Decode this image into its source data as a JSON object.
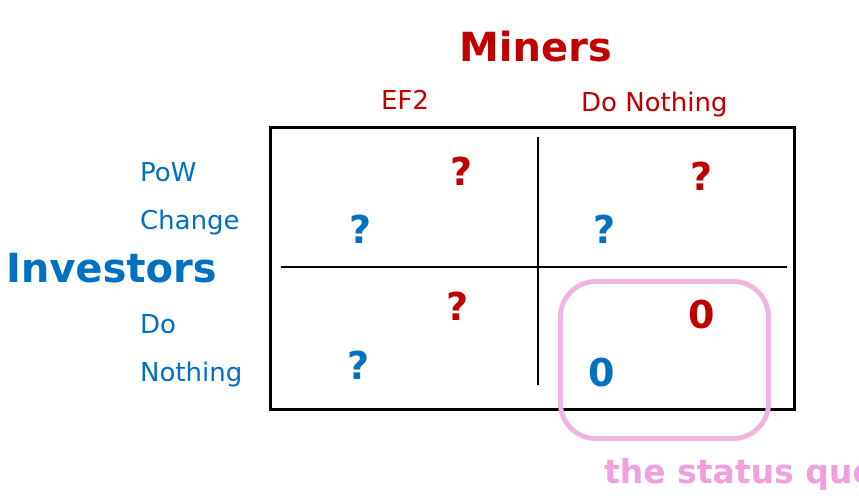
{
  "column_player": {
    "name": "Miners",
    "strategies": [
      "EF2",
      "Do Nothing"
    ],
    "color": "#c00000"
  },
  "row_player": {
    "name": "Investors",
    "strategies": [
      [
        "PoW",
        "Change"
      ],
      [
        "Do",
        "Nothing"
      ]
    ],
    "color": "#0070c0"
  },
  "payoffs": [
    [
      {
        "miners": "?",
        "investors": "?"
      },
      {
        "miners": "?",
        "investors": "?"
      }
    ],
    [
      {
        "miners": "?",
        "investors": "?"
      },
      {
        "miners": "0",
        "investors": "0"
      }
    ]
  ],
  "highlight": {
    "label": "the status quo",
    "color": "#f0b4e0"
  }
}
